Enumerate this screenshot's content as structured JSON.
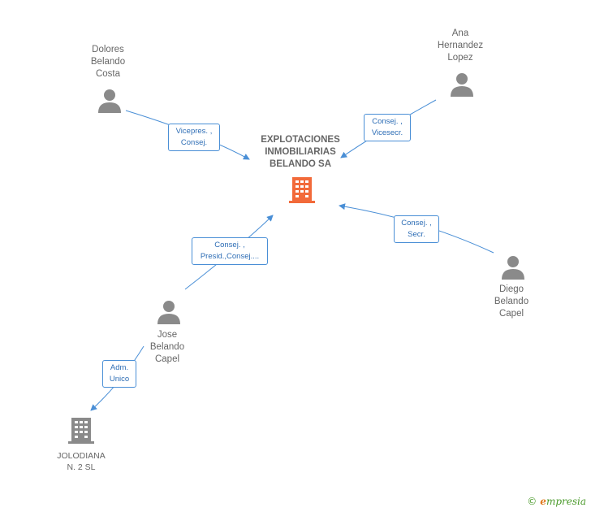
{
  "diagram": {
    "center": {
      "name": "EXPLOTACIONES\nINMOBILIARIAS\nBELANDO SA"
    },
    "people": [
      {
        "id": "dolores",
        "name": "Dolores\nBelando\nCosta"
      },
      {
        "id": "ana",
        "name": "Ana\nHernandez\nLopez"
      },
      {
        "id": "diego",
        "name": "Diego\nBelando\nCapel"
      },
      {
        "id": "jose",
        "name": "Jose\nBelando\nCapel"
      }
    ],
    "companies": [
      {
        "id": "jolodiana",
        "name": "JOLODIANA\nN. 2 SL"
      }
    ],
    "relations": [
      {
        "id": "dolores-center",
        "label": "Vicepres. ,\nConsej."
      },
      {
        "id": "ana-center",
        "label": "Consej. ,\nVicesecr."
      },
      {
        "id": "diego-center",
        "label": "Consej. ,\nSecr."
      },
      {
        "id": "jose-center",
        "label": "Consej. ,\nPresid.,Consej...."
      },
      {
        "id": "jose-jolodiana",
        "label": "Adm.\nUnico"
      }
    ],
    "colors": {
      "center_icon": "#f26a3a",
      "node_icon": "#8a8a8a",
      "edge": "#4a8fd6"
    }
  },
  "footer": {
    "copyright": "©",
    "brand_initial": "e",
    "brand_rest": "mpresia"
  }
}
